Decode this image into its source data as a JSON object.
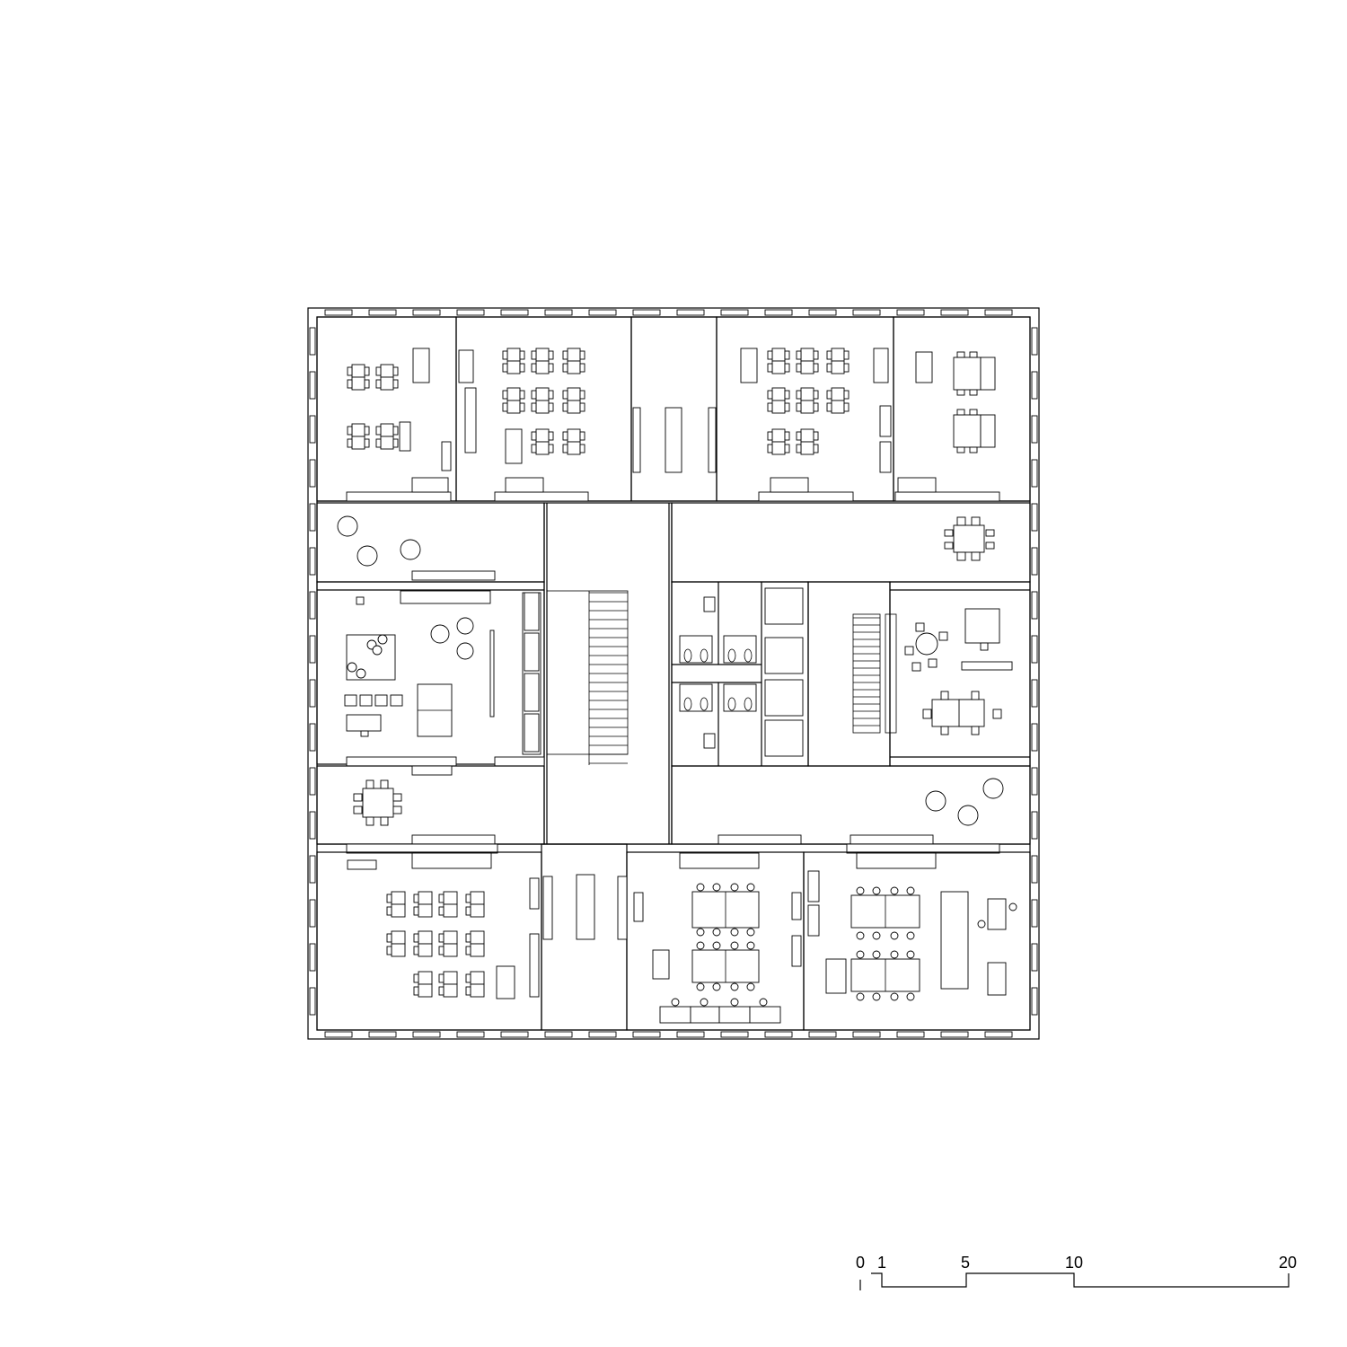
{
  "drawing": {
    "type": "floor-plan",
    "line_color": "#000000",
    "background": "#ffffff"
  },
  "scale_bar": {
    "ticks": [
      "0",
      "1",
      "5",
      "10",
      "20"
    ]
  }
}
